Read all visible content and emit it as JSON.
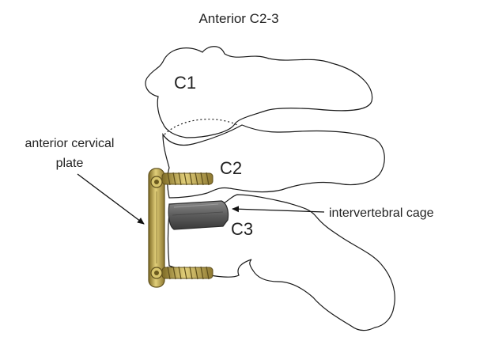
{
  "title": "Anterior C2-3",
  "vertebrae": {
    "c1": "C1",
    "c2": "C2",
    "c3": "C3"
  },
  "annotations": {
    "plate_line1": "anterior cervical",
    "plate_line2": "plate",
    "cage": "intervertebral cage"
  },
  "colors": {
    "outline": "#1a1a1a",
    "implant_gold": "#c8b45a",
    "implant_dark": "#6b5a1e",
    "cage_gray": "#5a5a5a"
  }
}
